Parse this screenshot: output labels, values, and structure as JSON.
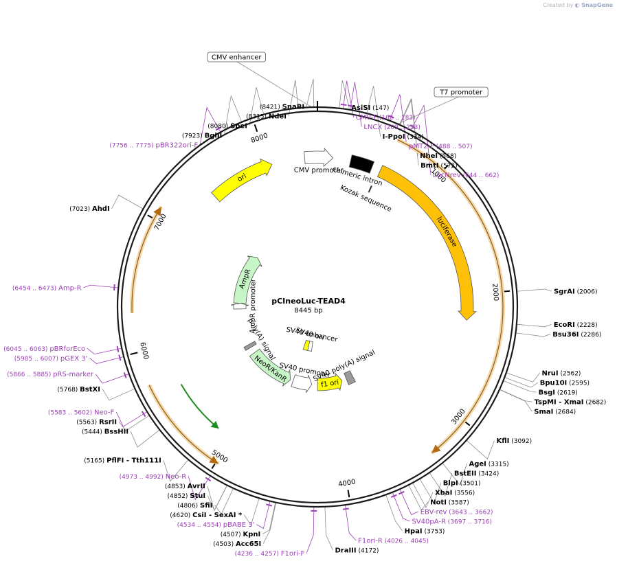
{
  "credit": {
    "prefix": "Created by",
    "brand": "SnapGene"
  },
  "plasmid": {
    "name": "pCIneoLuc-TEAD4",
    "length": "8445 bp",
    "total_bp": 8445
  },
  "ruler_ticks": [
    {
      "bp": 1000,
      "label": "1000"
    },
    {
      "bp": 2000,
      "label": "2000"
    },
    {
      "bp": 3000,
      "label": "3000"
    },
    {
      "bp": 4000,
      "label": "4000"
    },
    {
      "bp": 5000,
      "label": "5000"
    },
    {
      "bp": 6000,
      "label": "6000"
    },
    {
      "bp": 7000,
      "label": "7000"
    },
    {
      "bp": 8000,
      "label": "8000"
    }
  ],
  "sites": [
    {
      "name": "SnaBI",
      "pos": "(8421)",
      "bp": 8421,
      "side": "L",
      "kind": "enzyme"
    },
    {
      "name": "NdeI",
      "pos": "(8315)",
      "bp": 8315,
      "side": "L",
      "kind": "enzyme"
    },
    {
      "name": "SpeI",
      "pos": "(8080)",
      "bp": 8080,
      "side": "L",
      "kind": "enzyme"
    },
    {
      "name": "BglII",
      "pos": "(7923)",
      "bp": 7923,
      "side": "L",
      "kind": "enzyme"
    },
    {
      "name": "pBR322ori-F",
      "pos": "(7756 .. 7775)",
      "bp": 7765,
      "side": "L",
      "kind": "primer"
    },
    {
      "name": "AhdI",
      "pos": "(7023)",
      "bp": 7023,
      "side": "L",
      "kind": "enzyme"
    },
    {
      "name": "Amp-R",
      "pos": "(6454 .. 6473)",
      "bp": 6463,
      "side": "L",
      "kind": "primer"
    },
    {
      "name": "pBRforEco",
      "pos": "(6045 .. 6063)",
      "bp": 6054,
      "side": "L",
      "kind": "primer"
    },
    {
      "name": "pGEX 3'",
      "pos": "(5985 .. 6007)",
      "bp": 5996,
      "side": "L",
      "kind": "primer"
    },
    {
      "name": "pRS-marker",
      "pos": "(5866 .. 5885)",
      "bp": 5875,
      "side": "L",
      "kind": "primer"
    },
    {
      "name": "BstXI",
      "pos": "(5768)",
      "bp": 5768,
      "side": "L",
      "kind": "enzyme"
    },
    {
      "name": "Neo-F",
      "pos": "(5583 .. 5602)",
      "bp": 5592,
      "side": "L",
      "kind": "primer"
    },
    {
      "name": "RsrII",
      "pos": "(5563)",
      "bp": 5563,
      "side": "L",
      "kind": "enzyme"
    },
    {
      "name": "BssHII",
      "pos": "(5444)",
      "bp": 5444,
      "side": "L",
      "kind": "enzyme"
    },
    {
      "name": "PflFI  - Tth111I",
      "pos": "(5165)",
      "bp": 5165,
      "side": "L",
      "kind": "enzyme"
    },
    {
      "name": "Neo-R",
      "pos": "(4973 .. 4992)",
      "bp": 4982,
      "side": "L",
      "kind": "primer"
    },
    {
      "name": "AvrII",
      "pos": "(4853)",
      "bp": 4853,
      "side": "L",
      "kind": "enzyme"
    },
    {
      "name": "StuI",
      "pos": "(4852)",
      "bp": 4852,
      "side": "L",
      "kind": "enzyme"
    },
    {
      "name": "SfiI",
      "pos": "(4806)",
      "bp": 4806,
      "side": "L",
      "kind": "enzyme"
    },
    {
      "name": "CsiI  - SexAI *",
      "pos": "(4620)",
      "bp": 4620,
      "side": "L",
      "kind": "enzyme"
    },
    {
      "name": "pBABE 3'",
      "pos": "(4534 .. 4554)",
      "bp": 4544,
      "side": "L",
      "kind": "primer"
    },
    {
      "name": "KpnI",
      "pos": "(4507)",
      "bp": 4507,
      "side": "L",
      "kind": "enzyme"
    },
    {
      "name": "Acc65I",
      "pos": "(4503)",
      "bp": 4503,
      "side": "L",
      "kind": "enzyme"
    },
    {
      "name": "F1ori-F",
      "pos": "(4236 .. 4257)",
      "bp": 4246,
      "side": "L",
      "kind": "primer"
    },
    {
      "name": "AsiSI",
      "pos": "(147)",
      "bp": 147,
      "side": "R",
      "kind": "enzyme"
    },
    {
      "name": "CMV-F",
      "pos": "(163 .. 183)",
      "bp": 173,
      "side": "R",
      "kind": "primer"
    },
    {
      "name": "LNCX",
      "pos": "(209 .. 233)",
      "bp": 221,
      "side": "R",
      "kind": "primer"
    },
    {
      "name": "I-PpoI",
      "pos": "(334)",
      "bp": 334,
      "side": "R",
      "kind": "enzyme"
    },
    {
      "name": "pMT2-F",
      "pos": "(488 .. 507)",
      "bp": 497,
      "side": "R",
      "kind": "primer"
    },
    {
      "name": "NheI",
      "pos": "(568)",
      "bp": 568,
      "side": "R",
      "kind": "enzyme"
    },
    {
      "name": "BmtI",
      "pos": "(572)",
      "bp": 572,
      "side": "R",
      "kind": "enzyme"
    },
    {
      "name": "LucNrev",
      "pos": "(644 .. 662)",
      "bp": 653,
      "side": "R",
      "kind": "primer"
    },
    {
      "name": "SgrAI",
      "pos": "(2006)",
      "bp": 2006,
      "side": "R",
      "kind": "enzyme"
    },
    {
      "name": "EcoRI",
      "pos": "(2228)",
      "bp": 2228,
      "side": "R",
      "kind": "enzyme"
    },
    {
      "name": "Bsu36I",
      "pos": "(2286)",
      "bp": 2286,
      "side": "R",
      "kind": "enzyme"
    },
    {
      "name": "NruI",
      "pos": "(2562)",
      "bp": 2562,
      "side": "R",
      "kind": "enzyme"
    },
    {
      "name": "Bpu10I",
      "pos": "(2595)",
      "bp": 2595,
      "side": "R",
      "kind": "enzyme"
    },
    {
      "name": "BsgI",
      "pos": "(2619)",
      "bp": 2619,
      "side": "R",
      "kind": "enzyme"
    },
    {
      "name": "TspMI  - XmaI",
      "pos": "(2682)",
      "bp": 2682,
      "side": "R",
      "kind": "enzyme"
    },
    {
      "name": "SmaI",
      "pos": "(2684)",
      "bp": 2684,
      "side": "R",
      "kind": "enzyme"
    },
    {
      "name": "KflI",
      "pos": "(3092)",
      "bp": 3092,
      "side": "R",
      "kind": "enzyme"
    },
    {
      "name": "AgeI",
      "pos": "(3315)",
      "bp": 3315,
      "side": "R",
      "kind": "enzyme"
    },
    {
      "name": "BstEII",
      "pos": "(3424)",
      "bp": 3424,
      "side": "R",
      "kind": "enzyme"
    },
    {
      "name": "BlpI",
      "pos": "(3501)",
      "bp": 3501,
      "side": "R",
      "kind": "enzyme"
    },
    {
      "name": "XbaI",
      "pos": "(3556)",
      "bp": 3556,
      "side": "R",
      "kind": "enzyme"
    },
    {
      "name": "NotI",
      "pos": "(3587)",
      "bp": 3587,
      "side": "R",
      "kind": "enzyme"
    },
    {
      "name": "EBV-rev",
      "pos": "(3643 .. 3662)",
      "bp": 3652,
      "side": "R",
      "kind": "primer"
    },
    {
      "name": "SV40pA-R",
      "pos": "(3697 .. 3716)",
      "bp": 3706,
      "side": "R",
      "kind": "primer"
    },
    {
      "name": "HpaI",
      "pos": "(3753)",
      "bp": 3753,
      "side": "R",
      "kind": "enzyme"
    },
    {
      "name": "F1ori-R",
      "pos": "(4026 .. 4045)",
      "bp": 4035,
      "side": "R",
      "kind": "primer"
    },
    {
      "name": "DraIII",
      "pos": "(4172)",
      "bp": 4172,
      "side": "R",
      "kind": "enzyme"
    }
  ],
  "boxed_features": [
    {
      "name": "CMV enhancer",
      "bp": 8400
    },
    {
      "name": "T7 promoter",
      "bp": 560
    }
  ],
  "features": [
    {
      "name": "CMV promoter",
      "start": 8330,
      "end": 140,
      "track": "inner",
      "color": "#ffffff",
      "dir": 1,
      "label_pos": "outside"
    },
    {
      "name": "chimeric intron",
      "start": 300,
      "end": 500,
      "track": "inner",
      "color": "#000000",
      "dir": 0,
      "label_pos": "outside"
    },
    {
      "name": "Kozak sequence",
      "start": 560,
      "end": 570,
      "track": "inner2",
      "color": "#000000",
      "dir": 0,
      "label_pos": "outside"
    },
    {
      "name": "luciferase",
      "start": 580,
      "end": 2230,
      "track": "inner",
      "color": "#ffc107",
      "dir": 1,
      "label_pos": "inside"
    },
    {
      "name": "SV40 poly(A) signal",
      "start": 3590,
      "end": 3710,
      "track": "deep",
      "color": "#999999",
      "dir": 0,
      "label_pos": "outside"
    },
    {
      "name": "f1 ori",
      "start": 3790,
      "end": 4220,
      "track": "deep",
      "color": "#ffff00",
      "dir": -1,
      "label_pos": "inside"
    },
    {
      "name": "SV40 promoter",
      "start": 4320,
      "end": 4650,
      "track": "deep",
      "color": "#ffffff",
      "dir": -1,
      "label_pos": "outside"
    },
    {
      "name": "SV40 enhancer",
      "start": 4400,
      "end": 4580,
      "track": "center",
      "color": "#ffffff",
      "dir": 0,
      "label_pos": "outside"
    },
    {
      "name": "SV40 ori",
      "start": 4520,
      "end": 4660,
      "track": "center",
      "color": "#ffff00",
      "dir": 0,
      "label_pos": "outside"
    },
    {
      "name": "NeoR/KanR",
      "start": 4700,
      "end": 5490,
      "track": "deep",
      "color": "#c6f5c6",
      "dir": -1,
      "label_pos": "inside"
    },
    {
      "name": "poly(A) signal",
      "start": 5600,
      "end": 5660,
      "track": "deep",
      "color": "#999999",
      "dir": 0,
      "label_pos": "outside"
    },
    {
      "name": "AmpR promoter",
      "start": 6300,
      "end": 6400,
      "track": "deep",
      "color": "#ffffff",
      "dir": 1,
      "label_pos": "outside"
    },
    {
      "name": "AmpR",
      "start": 6400,
      "end": 7260,
      "track": "deep",
      "color": "#c6f5c6",
      "dir": 1,
      "label_pos": "inside"
    },
    {
      "name": "ori",
      "start": 7440,
      "end": 8030,
      "track": "inner",
      "color": "#ffff00",
      "dir": 1,
      "label_pos": "inside"
    }
  ],
  "orf_arcs": [
    {
      "start": 600,
      "end": 3330,
      "dir": 1,
      "track": "orf"
    },
    {
      "start": 6290,
      "end": 7100,
      "dir": 1,
      "track": "orf"
    },
    {
      "start": 4980,
      "end": 5750,
      "dir": -1,
      "track": "orf"
    },
    {
      "start": 5140,
      "end": 5640,
      "dir": -1,
      "track": "orfgreen"
    }
  ],
  "colors": {
    "enzyme": "#000000",
    "primer": "#9b3fb5",
    "leader": "#8c8c8c",
    "backbone": "#1a1a1a",
    "orf": "#f0a030",
    "orfgreen": "#1e8c1e"
  }
}
